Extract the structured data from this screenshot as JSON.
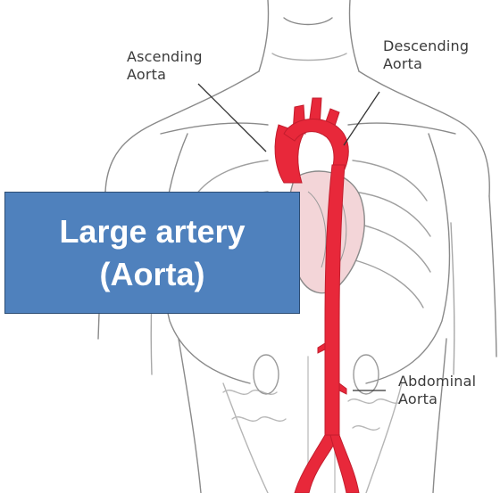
{
  "labels": {
    "ascending": [
      "Ascending",
      "Aorta"
    ],
    "descending": [
      "Descending",
      "Aorta"
    ],
    "abdominal": [
      "Abdominal",
      "Aorta"
    ]
  },
  "title_box": {
    "line1": "Large artery",
    "line2": "(Aorta)"
  },
  "colors": {
    "aorta": "#e8283a",
    "box_fill": "#4f81bd",
    "box_border": "#2d4d74",
    "box_text": "#ffffff",
    "sketch": "#6f6f6f"
  }
}
